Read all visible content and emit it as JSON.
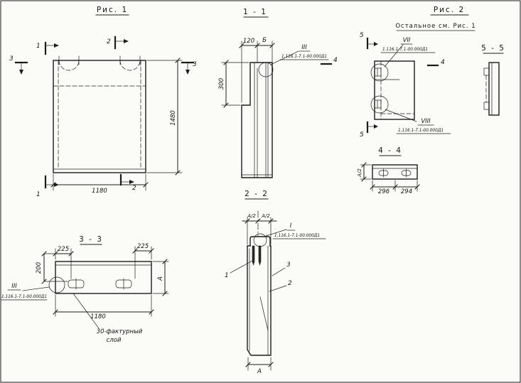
{
  "doc_code": "1.116.1-7.1-00.000Д1",
  "markers": {
    "m1": "1",
    "m2": "2",
    "m3": "3",
    "m4": "4",
    "m5": "5"
  },
  "callouts": {
    "i": "I",
    "iii": "III",
    "vii": "VII",
    "viii": "VIII"
  },
  "fig1": {
    "title": "Рис. 1",
    "dim_width": "1180",
    "dim_height": "1480"
  },
  "sec11": {
    "title": "1 - 1",
    "dim_top": "120",
    "dim_top_b": "Б",
    "dim_side": "300"
  },
  "sec22": {
    "title": "2 - 2",
    "dim_half_left": "А/2",
    "dim_half_right": "А/2",
    "dim_bottom": "А",
    "part1": "1",
    "part2": "2",
    "part3": "3"
  },
  "fig2": {
    "title": "Рис. 2",
    "note": "Остальное см. Рис. 1"
  },
  "sec44": {
    "title": "4 - 4",
    "dim_side": "А/2",
    "dim_left": "296",
    "dim_right": "294"
  },
  "sec55": {
    "title": "5 - 5"
  },
  "sec33": {
    "title": "3 - 3",
    "dim_left": "225",
    "dim_right": "225",
    "dim_height": "200",
    "dim_width": "1180",
    "dim_side": "А",
    "note_line1": "30-фактурный",
    "note_line2": "слой"
  }
}
